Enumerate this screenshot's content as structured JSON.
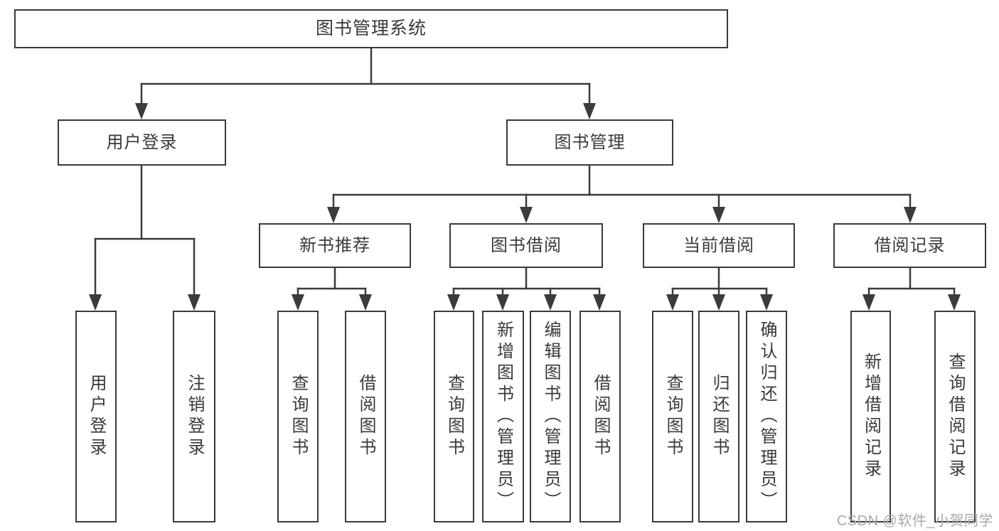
{
  "diagram": {
    "nodes": {
      "root": "图书管理系统",
      "user_login": "用户登录",
      "book_mgmt": "图书管理",
      "new_book_rec": "新书推荐",
      "book_borrow": "图书借阅",
      "current_borrow": "当前借阅",
      "borrow_records": "借阅记录",
      "leaf_user_login": "用户登录",
      "leaf_logout": "注销登录",
      "leaf_rec_query_book": "查询图书",
      "leaf_rec_borrow_book": "借阅图书",
      "leaf_bb_query_book": "查询图书",
      "leaf_bb_add_book": "新增图书（管理员）",
      "leaf_bb_edit_book": "编辑图书（管理员）",
      "leaf_bb_borrow_book": "借阅图书",
      "leaf_cb_query_book": "查询图书",
      "leaf_cb_return_book": "归还图书",
      "leaf_cb_confirm_return": "确认归还（管理员）",
      "leaf_br_add_record": "新增借阅记录",
      "leaf_br_query_record": "查询借阅记录"
    },
    "watermark": "CSDN @软件_小贺同学",
    "colors": {
      "line": "#3b3b3b",
      "text": "#3a3a3a",
      "box_background": "#ffffff",
      "watermark": "#a9a9a9"
    }
  }
}
